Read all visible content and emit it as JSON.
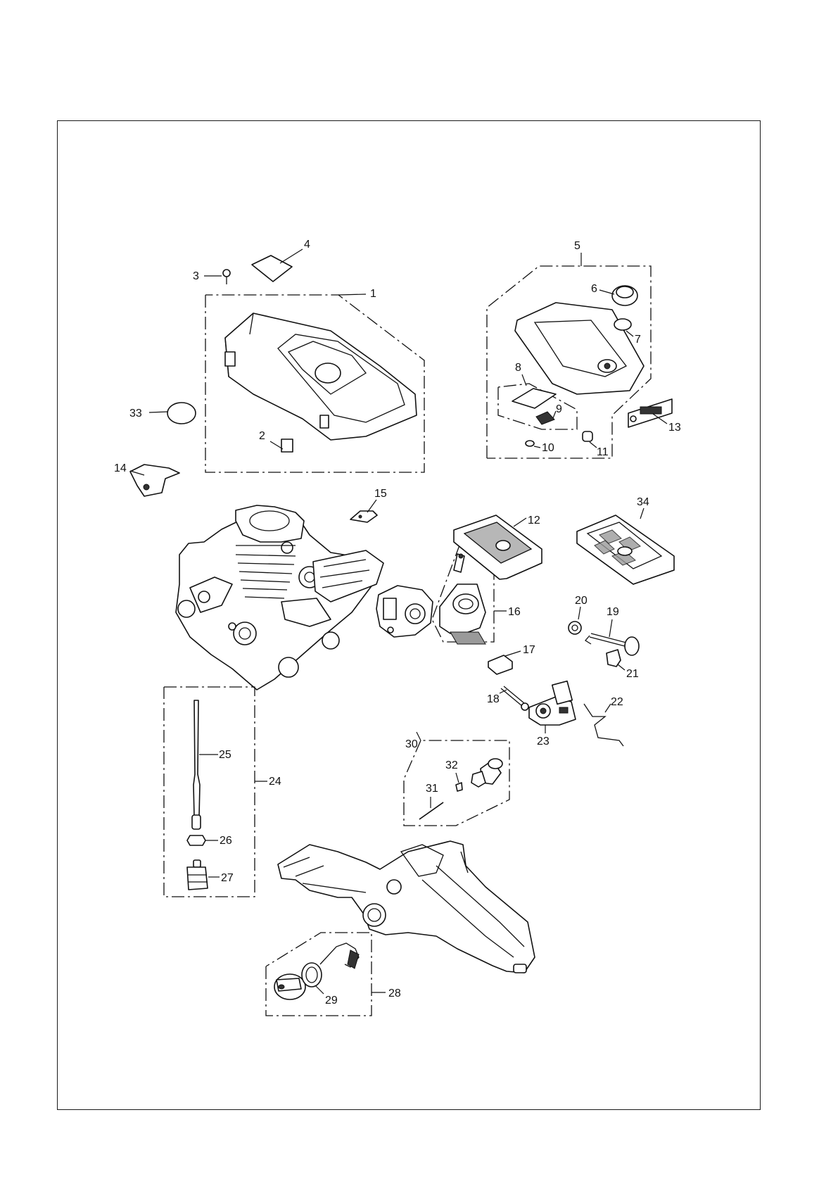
{
  "diagram": {
    "labels": {
      "p1": "1",
      "p2": "2",
      "p3": "3",
      "p4": "4",
      "p5": "5",
      "p6": "6",
      "p7": "7",
      "p8": "8",
      "p9": "9",
      "p10": "10",
      "p11": "11",
      "p12": "12",
      "p13": "13",
      "p14": "14",
      "p15": "15",
      "p16": "16",
      "p17": "17",
      "p18": "18",
      "p19": "19",
      "p20": "20",
      "p21": "21",
      "p22": "22",
      "p23": "23",
      "p24": "24",
      "p25": "25",
      "p26": "26",
      "p27": "27",
      "p28": "28",
      "p29": "29",
      "p30": "30",
      "p31": "31",
      "p32": "32",
      "p33": "33",
      "p34": "34"
    }
  },
  "colors": {
    "ink": "#111111",
    "paper": "#ffffff",
    "shade": "#9a9a9a"
  }
}
